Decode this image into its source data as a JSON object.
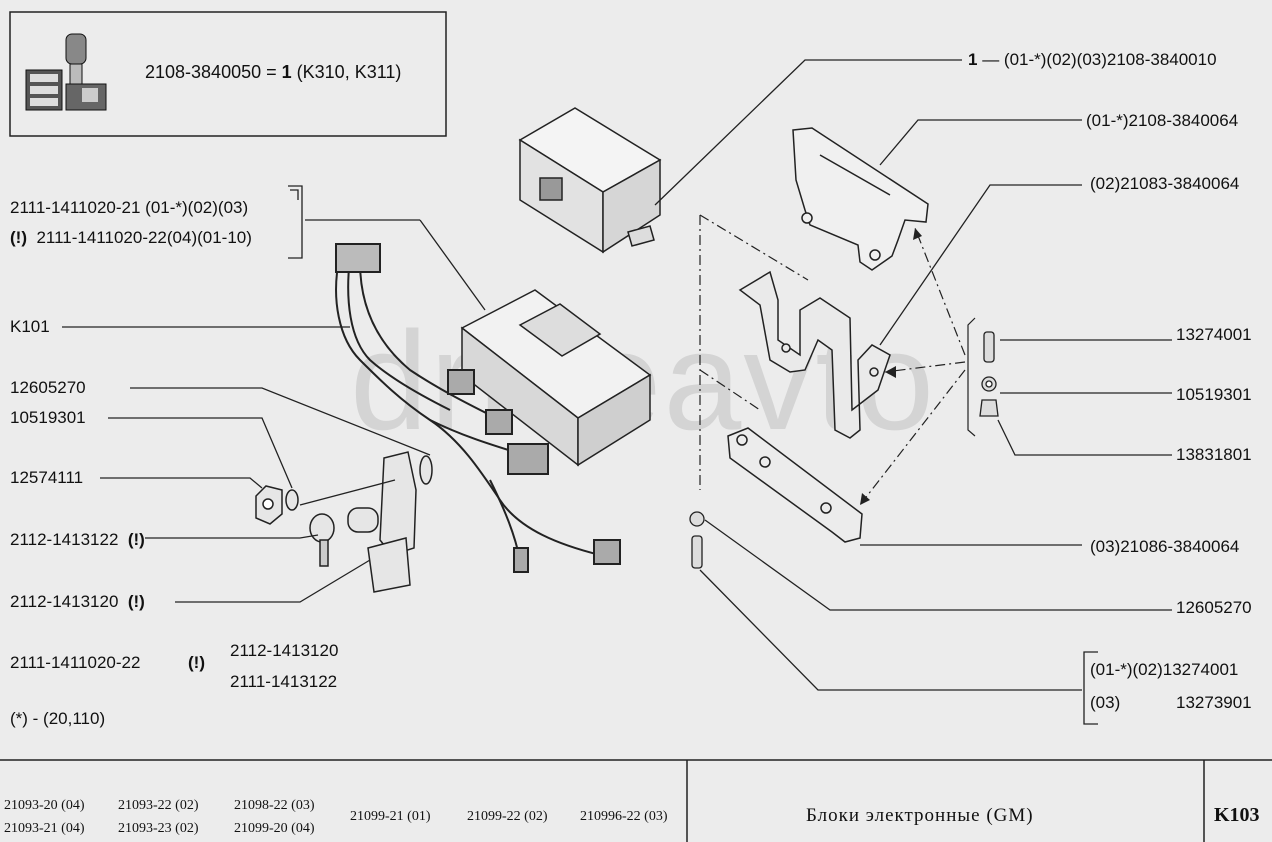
{
  "note_box": {
    "formula_prefix": "2108-3840050 = ",
    "formula_bold": "1",
    "formula_suffix": " (K310, K311)"
  },
  "watermark": "driveavto",
  "left_labels": {
    "harness_a": "2111-1411020-21  (01-*)(02)(03)",
    "harness_b_mark": "(!)",
    "harness_b": "2111-1411020-22(04)(01-10)",
    "k101": "K101",
    "p12605270": "12605270",
    "p10519301": "10519301",
    "p12574111": "12574111",
    "p2112_1413122": "2112-1413122",
    "p2112_1413122_mark": "(!)",
    "p2112_1413120": "2112-1413120",
    "p2112_1413120_mark": "(!)",
    "note_part": "2111-1411020-22",
    "note_mark": "(!)",
    "note_1": "2112-1413120",
    "note_2": "2111-1413122",
    "legend": "(*)  -  (20,110)"
  },
  "right_labels": {
    "item1_num": "1",
    "item1_text": " — (01-*)(02)(03)2108-3840010",
    "r2": "(01-*)2108-3840064",
    "r3": "(02)21083-3840064",
    "r4": "13274001",
    "r5": "10519301",
    "r6": "13831801",
    "r7": "(03)21086-3840064",
    "r8": "12605270",
    "r9a": "(01-*)(02)13274001",
    "r9b_code": "(03)",
    "r9b": "13273901"
  },
  "footer": {
    "models": [
      [
        "21093-20 (04)",
        "21093-22 (02)",
        "21098-22 (03)"
      ],
      [
        "21093-21 (04)",
        "21093-23 (02)",
        "21099-20 (04)"
      ]
    ],
    "models_mid": [
      "21099-21 (01)",
      "21099-22 (02)",
      "210996-22 (03)"
    ],
    "title": "Блоки электронные (GM)",
    "page": "K103"
  }
}
